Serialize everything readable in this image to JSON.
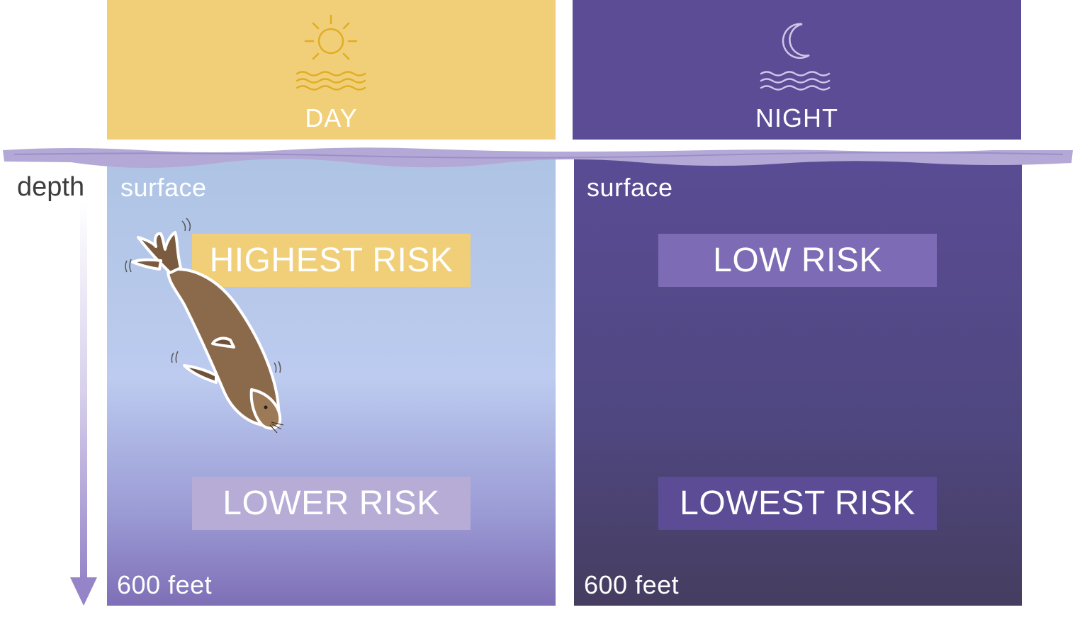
{
  "header": {
    "day_label": "DAY",
    "night_label": "NIGHT",
    "day_icon": "sun-over-water-icon",
    "night_icon": "moon-over-water-icon"
  },
  "axis": {
    "label": "depth",
    "icon": "down-arrow-icon"
  },
  "day": {
    "surface_label": "surface",
    "bottom_label": "600 feet",
    "upper_risk": "HIGHEST RISK",
    "lower_risk": "LOWER RISK"
  },
  "night": {
    "surface_label": "surface",
    "bottom_label": "600 feet",
    "upper_risk": "LOW RISK",
    "lower_risk": "LOWEST RISK"
  },
  "illustration": "diving-seal-icon",
  "colors": {
    "day": "#f0cf78",
    "night": "#5b4c95",
    "water_line": "#b3a8d6"
  }
}
